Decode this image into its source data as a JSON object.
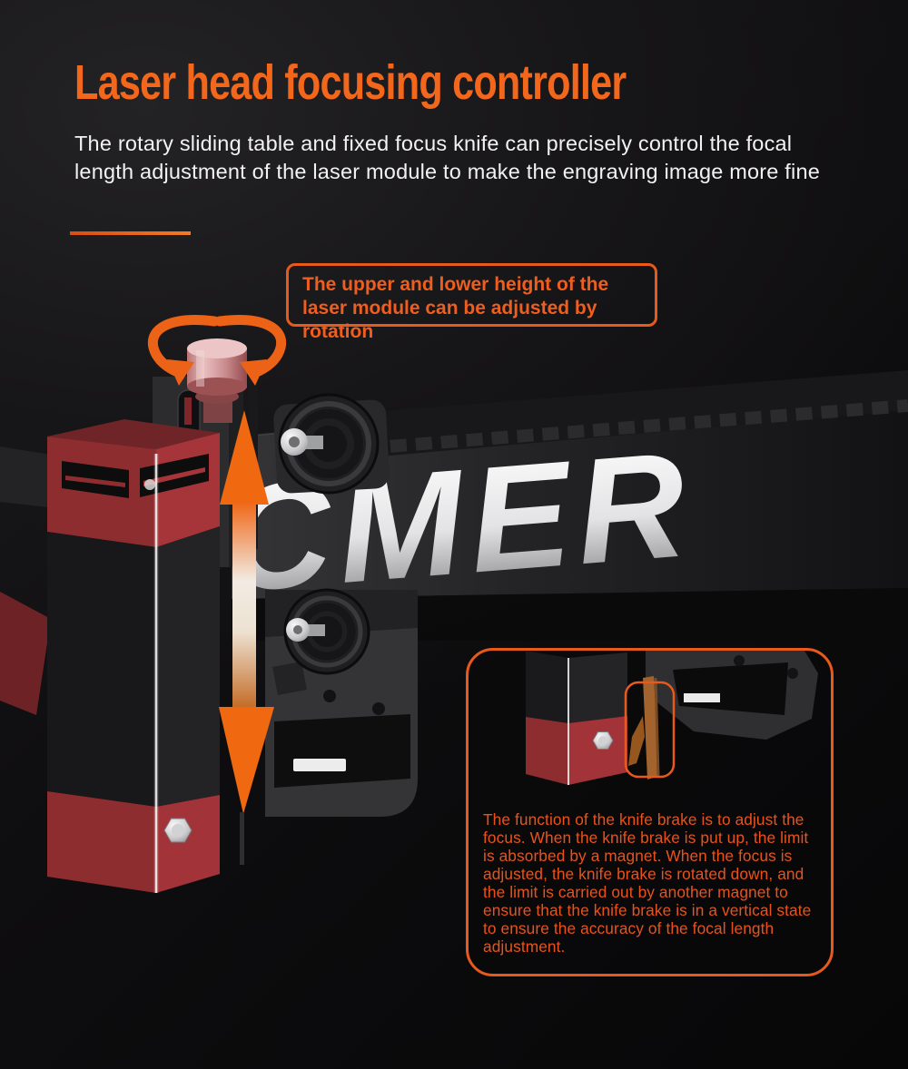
{
  "page": {
    "title": "Laser head focusing controller",
    "subtitle": "The rotary sliding table and fixed focus knife can precisely control the focal length adjustment of the laser module to make the engraving image more fine"
  },
  "callouts": {
    "rotation": {
      "text": "The upper and lower height of the laser module can be adjusted by rotation"
    },
    "knife_brake": {
      "text": "The function of the knife brake is to adjust the focus. When the knife brake is put up, the limit is absorbed by a magnet. When the focus is adjusted, the knife brake is rotated down, and the limit is carried out by another magnet to ensure that the knife brake is in a vertical state to ensure the accuracy of the focal length adjustment."
    }
  },
  "illustration": {
    "brand_text": "CMER",
    "icons": [
      "rotation-arrows-icon",
      "up-arrow-icon",
      "down-arrow-icon"
    ]
  },
  "colors": {
    "background": "#0B0A0C",
    "accent_orange": "#F2671C",
    "callout_border_orange": "#E8591C",
    "callout_text_orange": "#E8521D",
    "text_white": "#F2F2F2",
    "module_red": "#9E3136",
    "knob_pink": "#D79A9B",
    "brand_silver": "#D8D8DA",
    "knife_brake_brown": "#A2632E",
    "arrow_orange": "#F0680F"
  }
}
